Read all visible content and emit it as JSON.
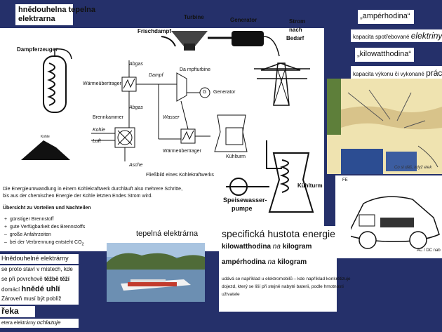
{
  "title_card": {
    "line1": "hnědouhelna tepelna",
    "line2": "elektrarna"
  },
  "diagram": {
    "labels": {
      "dampferzeuger": "Dampferzeuger",
      "frischdampf": "Frischdampf",
      "turbine": "Turbine",
      "generator_top": "Generator",
      "strom1": "Strom",
      "strom2": "nach",
      "strom3": "Bedarf",
      "kohle_small": "Kohle",
      "abgas1": "Abgas",
      "abgas2": "Abgas",
      "waermetauscher1": "Wärmeübertrager",
      "dampf": "Dampf",
      "dampfturbine": "Da mpfturbine",
      "generator_mid": "Generator",
      "g": "G",
      "wasser": "Wasser",
      "brennkammer": "Brennkammer",
      "kohle": "Kohle",
      "luft": "Luft",
      "waermetauscher2": "Wärmeübertrager",
      "kuehlturm_small": "Kühlturm",
      "asche": "Asche",
      "caption": "Fließbild eines Kohlekraftwerks",
      "kuehlturm": "Kühlturm",
      "speisewasser1": "Speisewasser-",
      "speisewasser2": "pumpe"
    },
    "text": {
      "p1": "Die Energieumwandlung in einem Kohlekraftwerk durchläuft also mehrere Schritte,",
      "p2": "bis aus der chemischen Energie der Kohle letzten Endes Strom wird.",
      "heading": "Übersicht zu Vorteilen und Nachteilen",
      "items": [
        {
          "mark": "+",
          "text": "günstiger Brennstoff"
        },
        {
          "mark": "+",
          "text": "gute Verfügbarkeit des Brennstoffs"
        },
        {
          "mark": "–",
          "text": "große Anfahrzeiten"
        },
        {
          "mark": "–",
          "text": "bei der Verbrennung entsteht CO"
        }
      ],
      "co2_sub": "2"
    }
  },
  "right_cards": {
    "amperhodina": "„ampérhodina“",
    "kapacita1": "kapacita spotřebované",
    "kapacita1_big": "elektriny",
    "kilowatthodina": "„kilowatthodina“",
    "kapacita2": "kapacita výkonu či vykonané",
    "kapacita2_big": "prác",
    "sketch_footer": "Co si dáš, když elek",
    "car_labels": {
      "top": "FE",
      "bottom": "AC / DC nab"
    }
  },
  "tepelna": {
    "label": "tepelná elektrárna"
  },
  "specificka": {
    "title": "specifická hustota energie",
    "line1_a": "kilowatthodina",
    "line1_b": "na",
    "line1_c": "kilogram",
    "line2_a": "ampérhodina",
    "line2_b": "na",
    "line2_c": "kilogram",
    "p1": "udává se například u elektromobilů – kde například konkrétizuje",
    "p2": "dojezd, který se liší při stejně nabyté baterii, podle hmotnosti",
    "p3": "uživatele"
  },
  "notes": {
    "l1": "Hnědouhelné elektrárny",
    "l2": "se proto staví v místech, kde",
    "l3": "se při povrchově",
    "l3b": "těžbě",
    "l3c": "těží",
    "l4": "domácí",
    "l4b": "hnědé uhlí",
    "l5": "Zároveň musí být poblíž",
    "l6": "řeka",
    "l7": "etera elektrárny",
    "l7b": "ochlazuje"
  }
}
